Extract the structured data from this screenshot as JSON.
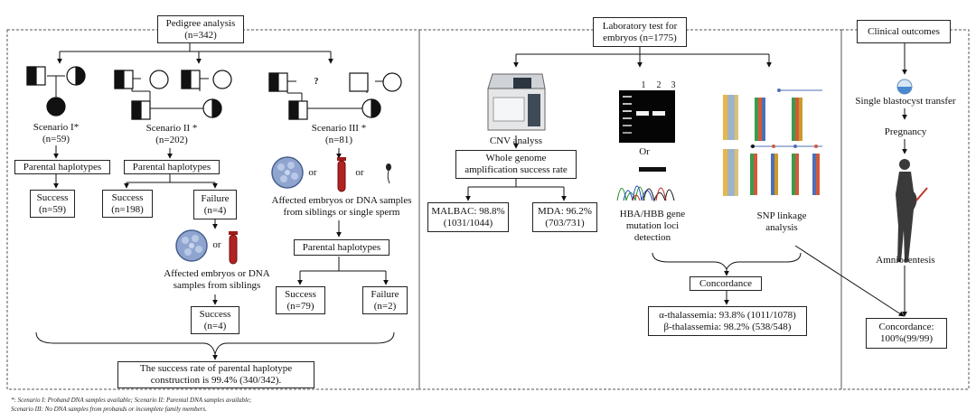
{
  "pedigree": {
    "title": "Pedigree analysis",
    "count": "(n=342)",
    "s1_label": "Scenario I*",
    "s1_n": "(n=59)",
    "s2_label": "Scenario II *",
    "s2_n": "(n=202)",
    "s3_label": "Scenario III *",
    "s3_n": "(n=81)",
    "qmark": "?",
    "ph1": "Parental haplotypes",
    "ph2": "Parental haplotypes",
    "ph3": "Parental haplotypes",
    "s1_success": "Success",
    "s1_success_n": "(n=59)",
    "s2_success": "Success",
    "s2_success_n": "(n=198)",
    "s2_failure": "Failure",
    "s2_failure_n": "(n=4)",
    "or1": "or",
    "or2": "or",
    "or3": "or",
    "affected2_l1": "Affected embryos or DNA",
    "affected2_l2": "samples from siblings",
    "affected3_l1": "Affected embryos or DNA samples",
    "affected3_l2": "from siblings or single sperm",
    "s2_success2": "Success",
    "s2_success2_n": "(n=4)",
    "s3_success": "Success",
    "s3_success_n": "(n=79)",
    "s3_failure": "Failure",
    "s3_failure_n": "(n=2)",
    "rate_l1": "The success rate of parental haplotype",
    "rate_l2": "construction is 99.4% (340/342)."
  },
  "lab": {
    "title_l1": "Laboratory test for",
    "title_l2": "embryos (n=1775)",
    "cnv": "CNV analyss",
    "wga_l1": "Whole genome",
    "wga_l2": "amplification success rate",
    "malbac_l1": "MALBAC: 98.8%",
    "malbac_l2": "(1031/1044)",
    "mda_l1": "MDA: 96.2%",
    "mda_l2": "(703/731)",
    "gel_1": "1",
    "gel_2": "2",
    "gel_3": "3",
    "or": "Or",
    "hba_l1": "HBA/HBB gene",
    "hba_l2": "mutation loci",
    "hba_l3": "detection",
    "snp_l1": "SNP linkage",
    "snp_l2": "analysis",
    "concordance": "Concordance",
    "alpha": "α-thalassemia: 93.8% (1011/1078)",
    "beta": "β-thalassemia: 98.2% (538/548)"
  },
  "clinical": {
    "title": "Clinical outcomes",
    "transfer": "Single blastocyst transfer",
    "pregnancy": "Pregnancy",
    "amnio": "Amniocentesis",
    "conc_l1": "Concordance:",
    "conc_l2": "100%(99/99)"
  },
  "footnote": {
    "line1": "*: Scenario I: Proband DNA samples available; Scenario II: Parental DNA samples available;",
    "line2": "Scenario III: No DNA samples from probands or incomplete family members."
  }
}
